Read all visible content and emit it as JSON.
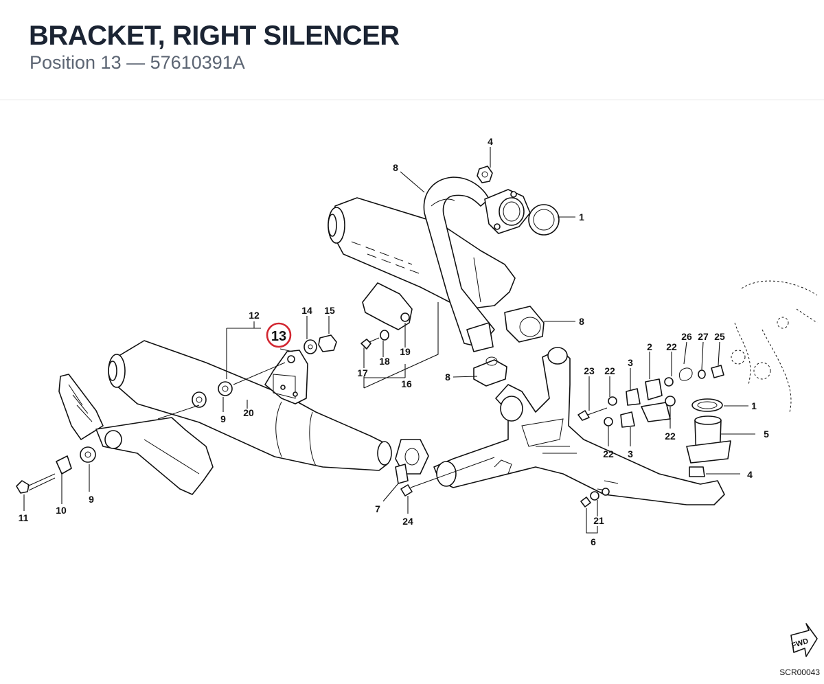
{
  "header": {
    "title": "BRACKET, RIGHT SILENCER",
    "position_label": "Position 13",
    "separator": "—",
    "part_number": "57610391A"
  },
  "diagram": {
    "highlighted_callout": "13",
    "fwd_label": "FWD",
    "drawing_code": "SCR00043",
    "highlight_color": "#d22630",
    "callouts": [
      "1",
      "1",
      "2",
      "3",
      "3",
      "4",
      "4",
      "5",
      "6",
      "7",
      "8",
      "8",
      "8",
      "9",
      "9",
      "10",
      "11",
      "12",
      "14",
      "15",
      "16",
      "17",
      "18",
      "19",
      "20",
      "21",
      "22",
      "22",
      "22",
      "22",
      "23",
      "24",
      "25",
      "26",
      "27"
    ]
  }
}
